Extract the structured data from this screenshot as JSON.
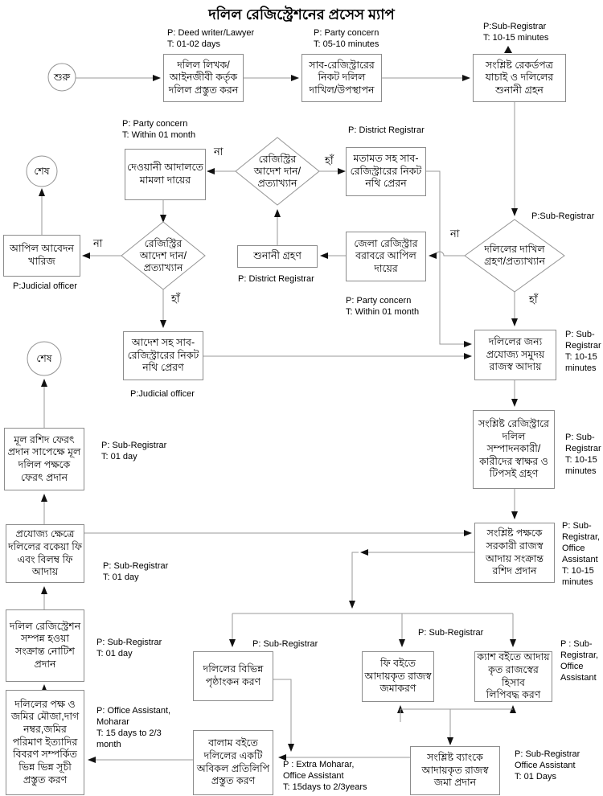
{
  "title": "দলিল রেজিস্ট্রেশনের প্রসেস ম্যাপ",
  "colors": {
    "line": "#9a9a9a",
    "arrowhead": "#111111",
    "box_border": "#8c8c8c",
    "text": "#000000"
  },
  "nodes": {
    "start": "শুরু",
    "end1": "শেষ",
    "end2": "শেষ",
    "prepare": "দলিল লিখক/\nআইনজীবী কর্তৃক\nদলিল প্রস্তুত করন",
    "submit": "সাব-রেজিস্ট্রারের\nনিকট দলিল\nদাখিল/উপস্থাপন",
    "verify": "সংশ্লিষ্ট রেকর্ডপত্র\nযাচাই ও দলিলের\nশুনানী গ্রহন",
    "dewani": "দেওয়ানী আদালতে\nমামলা দায়ের",
    "d_registry1": "রেজিস্ট্রির\nআদেশ দান/\nপ্রত্যাখ্যান",
    "motamot": "মতামত সহ সাব-\nরেজিস্ট্রারের নিকট\nনথি প্রেরন",
    "d_registry2": "রেজিস্ট্রির\nআদেশ দান/\nপ্রত্যাখ্যান",
    "appeal_dismiss": "আপিল আবেদন\nখারিজ",
    "shunani": "শুনানী গ্রহণ",
    "zila_appeal": "জেলা রেজিস্ট্রার\nবরাবরে আপিল\nদায়ের",
    "d_dakhil": "দলিলের দাখিল\nগ্রহণ/প্রত্যাখ্যান",
    "adesh": "আদেশ সহ সাব-\nরেজিস্ট্রারের নিকট\nনথি প্রেরণ",
    "rajosso": "দলিলের জন্য\nপ্রযোজ্য সমুদয়\nরাজস্ব আদায়",
    "signature": "সংশ্লিষ্ট রেজিস্ট্রারে\nদলিল\nসম্পাদনকারী/\nকারীদের স্বাক্ষর ও\nটিপসই গ্রহণ",
    "roshid": "সংশ্লিষ্ট পক্ষকে\nসরকারী রাজস্ব\nআদায় সংক্রান্ত\nরশিদ প্রদান",
    "mul_roshid": "মূল রশিদ ফেরৎ\nপ্রদান সাপেক্ষে মূল\nদলিল পক্ষকে\nফেরৎ প্রদান",
    "bokeya": "প্রযোজ্য ক্ষেত্রে\nদলিলের বকেয়া ফি\nএবং বিলম্ব ফি\nআদায়",
    "notice": "দলিল রেজিস্ট্রেশন\nসম্পন্ন হওয়া\nসংক্রান্ত নোটিশ\nপ্রদান",
    "suchi": "দলিলের পক্ষ ও\nজমির মৌজা,দাগ\nনম্বর,জমির\nপরিমাণ ইত্যাদির\nবিবরণ সম্পর্কিত\nভিন্ন ভিন্ন সূচী\nপ্রস্তুত করণ",
    "pristhankon": "দলিলের বিভিন্ন\nপৃষ্ঠাংকন করণ",
    "fee_boi": "ফি বইতে\nআদায়কৃত রাজস্ব\nজমাকরণ",
    "cash_boi": "ক্যাশ বইতে আদায়\nকৃত রাজস্বের হিসাব\nলিপিবদ্ধ করণ",
    "balam": "বালাম বইতে\nদলিলের একটি\nঅবিকল প্রতিলিপি\nপ্রস্তুত করণ",
    "bank": "সংশ্লিষ্ট ব্যাংকে\nআদায়কৃত রাজস্ব\nজমা প্রদান"
  },
  "decisions": {
    "na1": "না",
    "ha1": "হাঁ",
    "na2": "না",
    "ha2": "হাঁ",
    "na3": "না",
    "ha3": "হাঁ"
  },
  "annotations": {
    "l1": "P: Deed writer/Lawyer\nT: 01-02 days",
    "l2": "P: Party concern\nT: 05-10 minutes",
    "l3": "P:Sub-Registrar\nT: 10-15 minutes",
    "l4": "P: Party concern\nT: Within 01 month",
    "l5": "P: District Registrar",
    "l6": "P:Sub-Registrar",
    "l7": "P:Judicial officer",
    "l8": "P: District Registrar",
    "l9": "P: Party concern\nT: Within 01 month",
    "l10": "P: Sub-\nRegistrar\nT: 10-15\nminutes",
    "l11": "P:Judicial officer",
    "l12": "P: Sub-\nRegistrar\nT: 10-15\nminutes",
    "l13": "P: Sub-Registrar\nT: 01 day",
    "l14": "P: Sub-\nRegistrar,\nOffice\nAssistant\nT: 10-15\nminutes",
    "l15": "P: Sub-Registrar\nT: 01 day",
    "l16": "P: Sub-Registrar\nT: 01 day",
    "l17": "P: Sub-Registrar",
    "l18": "P: Sub-Registrar",
    "l19": "P : Sub-\nRegistrar,\nOffice\nAssistant",
    "l20": "P: Office Assistant,\nMoharar\nT: 15 days to 2/3\nmonth",
    "l21": "P : Extra Moharar,\nOffice Assistant\nT: 15days to 2/3years",
    "l22": "P: Sub-Registrar\nOffice Assistant\nT: 01 Days"
  }
}
